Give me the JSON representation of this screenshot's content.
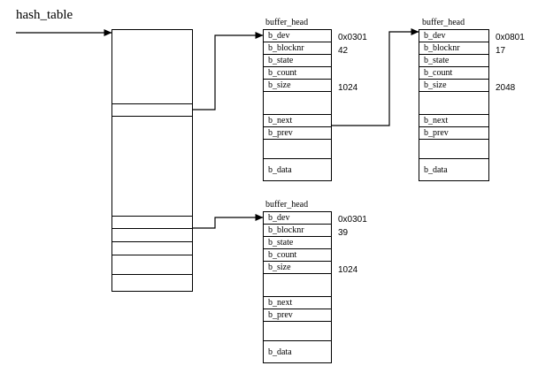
{
  "diagram": {
    "title_label": "hash_table",
    "struct_name": "buffer_head",
    "field_names": {
      "b_dev": "b_dev",
      "b_blocknr": "b_blocknr",
      "b_state": "b_state",
      "b_count": "b_count",
      "b_size": "b_size",
      "b_next": "b_next",
      "b_prev": "b_prev",
      "b_data": "b_data"
    },
    "line_color": "#000000",
    "background_color": "#ffffff"
  },
  "hash_table": {
    "label": "hash_table",
    "slots": [
      {
        "index": 0,
        "has_pointer": false
      },
      {
        "index": 1,
        "has_pointer": true
      },
      {
        "index": 2,
        "has_pointer": false
      },
      {
        "index": 3,
        "has_pointer": true
      },
      {
        "index": 4,
        "has_pointer": false
      },
      {
        "index": 5,
        "has_pointer": false
      },
      {
        "index": 6,
        "has_pointer": false
      }
    ]
  },
  "buffers": [
    {
      "id": "bh1",
      "title": "buffer_head",
      "fields": [
        {
          "name": "b_dev",
          "value": "0x0301"
        },
        {
          "name": "b_blocknr",
          "value": "42"
        },
        {
          "name": "b_state",
          "value": ""
        },
        {
          "name": "b_count",
          "value": ""
        },
        {
          "name": "b_size",
          "value": "1024"
        },
        {
          "name": "",
          "value": ""
        },
        {
          "name": "b_next",
          "value": ""
        },
        {
          "name": "b_prev",
          "value": ""
        },
        {
          "name": "",
          "value": ""
        },
        {
          "name": "b_data",
          "value": ""
        }
      ]
    },
    {
      "id": "bh2",
      "title": "buffer_head",
      "fields": [
        {
          "name": "b_dev",
          "value": "0x0801"
        },
        {
          "name": "b_blocknr",
          "value": "17"
        },
        {
          "name": "b_state",
          "value": ""
        },
        {
          "name": "b_count",
          "value": ""
        },
        {
          "name": "b_size",
          "value": "2048"
        },
        {
          "name": "",
          "value": ""
        },
        {
          "name": "b_next",
          "value": ""
        },
        {
          "name": "b_prev",
          "value": ""
        },
        {
          "name": "",
          "value": ""
        },
        {
          "name": "b_data",
          "value": ""
        }
      ]
    },
    {
      "id": "bh3",
      "title": "buffer_head",
      "fields": [
        {
          "name": "b_dev",
          "value": "0x0301"
        },
        {
          "name": "b_blocknr",
          "value": "39"
        },
        {
          "name": "b_state",
          "value": ""
        },
        {
          "name": "b_count",
          "value": ""
        },
        {
          "name": "b_size",
          "value": "1024"
        },
        {
          "name": "",
          "value": ""
        },
        {
          "name": "b_next",
          "value": ""
        },
        {
          "name": "b_prev",
          "value": ""
        },
        {
          "name": "",
          "value": ""
        },
        {
          "name": "b_data",
          "value": ""
        }
      ]
    }
  ],
  "connections": [
    {
      "from": "hash_table-entry",
      "to": "hash_table"
    },
    {
      "from": "hash_table.slot1",
      "to": "bh1"
    },
    {
      "from": "hash_table.slot3",
      "to": "bh3"
    },
    {
      "from": "bh1.b_next",
      "to": "bh2"
    }
  ]
}
